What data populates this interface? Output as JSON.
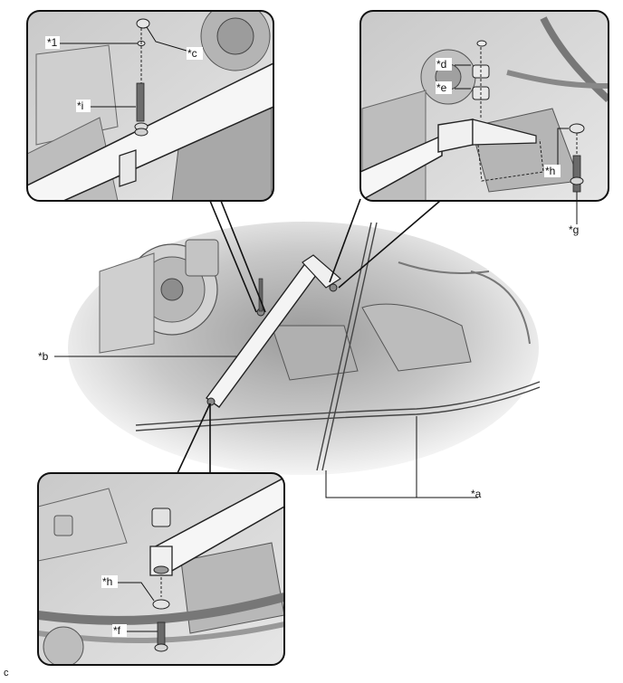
{
  "figure_code": "c",
  "callouts": {
    "one": "*1",
    "a": "*a",
    "b": "*b",
    "c": "*c",
    "d": "*d",
    "e": "*e",
    "f": "*f",
    "g": "*g",
    "h_top": "*h",
    "h_bottom": "*h",
    "i": "*i"
  },
  "colors": {
    "frame": "#111111",
    "panel_bg": "#dcdcdc",
    "engine_shade": "#bdbdbd",
    "bracket_fill": "#f4f4f4"
  }
}
